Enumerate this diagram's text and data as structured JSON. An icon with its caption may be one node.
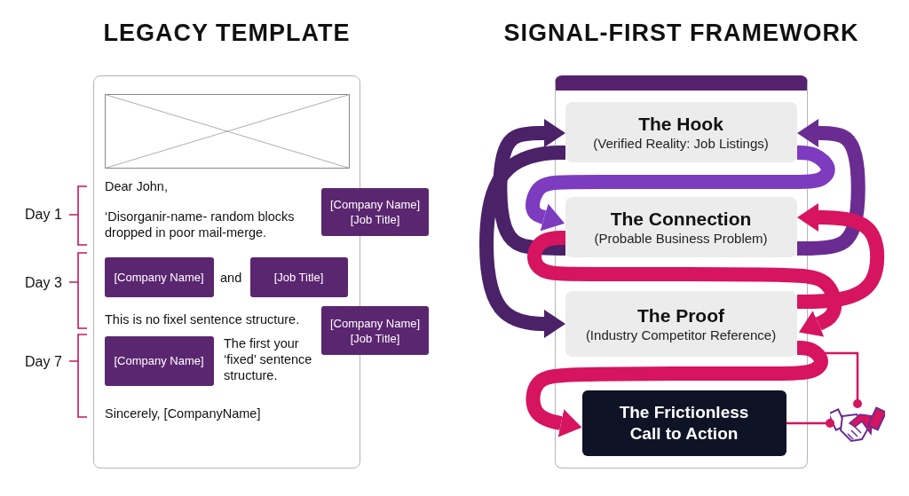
{
  "diagram": {
    "nodes": [
      {
        "text": [
          "LEGACY TEMPLATE"
        ]
      },
      {
        "text": [
          "[Company Name] [Job Title]"
        ]
      },
      {
        "text": [
          "[Company Name]"
        ],
        "in": 0
      },
      {
        "text": [
          "[Job Title]"
        ],
        "in": 0
      },
      {
        "text": [
          "[Company Name] [Job Title]"
        ]
      },
      {
        "text": [
          "[Company Name]"
        ],
        "in": 0
      },
      {
        "text": [
          "SIGNAL-FIRST FRAMEWORK"
        ]
      },
      {
        "text": [
          "The Hook",
          "(Verified Reality: Job Listings)"
        ],
        "in": 6
      },
      {
        "text": [
          "The Connection",
          "(Probable Business Problem)"
        ],
        "in": 6
      },
      {
        "text": [
          "The Proof",
          "(Industry Competitor Reference)"
        ],
        "in": 6
      },
      {
        "text": [
          "The Frictionless Call to Action"
        ],
        "in": 6
      },
      {
        "text": [],
        "shape": "picture"
      }
    ],
    "edges": [
      {
        "from": 8,
        "to": 7,
        "arrow": "to",
        "color": "#4b2168"
      },
      {
        "from": 8,
        "to": 7,
        "arrow": "to",
        "color": "#6a2c91"
      },
      {
        "from": 7,
        "to": 8,
        "arrow": "to",
        "color": "#7d3bc0"
      },
      {
        "from": 9,
        "to": 8,
        "arrow": "to",
        "color": "#d6145f"
      },
      {
        "from": 8,
        "to": 9,
        "arrow": "to",
        "color": "#d6145f"
      },
      {
        "from": 7,
        "to": 9,
        "arrow": "to",
        "color": "#4b2168"
      },
      {
        "from": 9,
        "to": 10,
        "arrow": "to",
        "color": "#d6145f"
      },
      {
        "from": 9,
        "to": 11,
        "arrow": "other",
        "color": "#d6145f"
      },
      {
        "from": 10,
        "to": 11,
        "arrow": "other",
        "color": "#d6145f"
      }
    ],
    "labels": [
      "Dear John,",
      "Day 1",
      "‘Disorganir-name- random blocks dropped in poor mail-merge.",
      "Day 3",
      "and",
      "This is no fixel sentence structure.",
      "Day 7",
      "The first your ‘fixed’ sentence structure.",
      "Sincerely, [CompanyName]"
    ]
  }
}
